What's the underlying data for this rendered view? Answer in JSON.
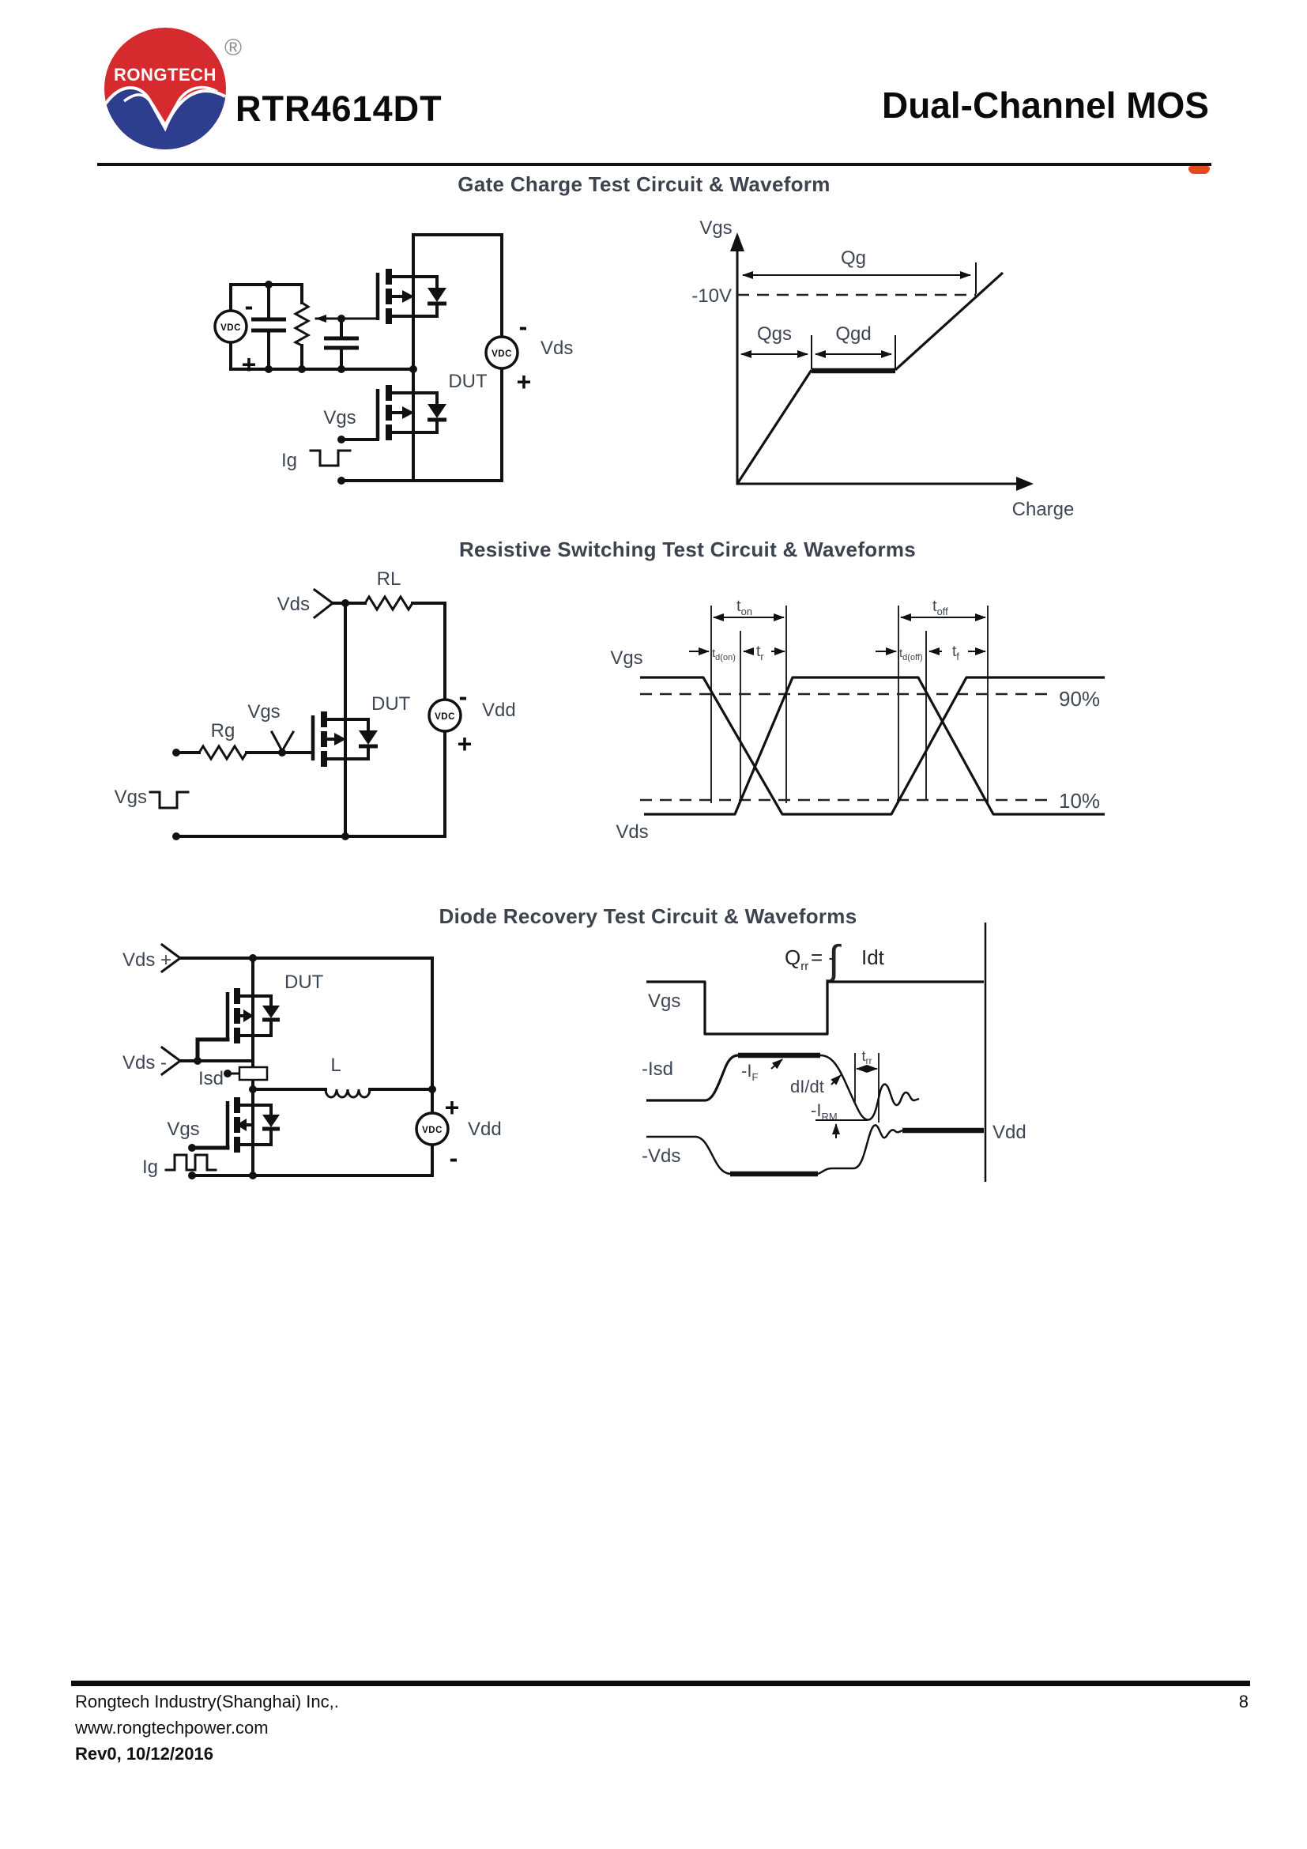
{
  "header": {
    "logo_text": "RONGTECH",
    "registered_mark": "®",
    "part_number": "RTR4614DT",
    "doc_title": "Dual-Channel MOS",
    "accent_color": "#e8481d",
    "logo_red": "#d52b2e",
    "logo_blue": "#2e3e8f"
  },
  "gate_charge": {
    "title": "Gate Charge Test Circuit & Waveform",
    "labels": {
      "vdc": "VDC",
      "minus": "-",
      "plus": "+",
      "vds": "Vds",
      "dut": "DUT",
      "vgs": "Vgs",
      "ig": "Ig"
    },
    "waveform": {
      "y_axis": "Vgs",
      "x_axis": "Charge",
      "level": "-10V",
      "qg": "Qg",
      "qgs": "Qgs",
      "qgd": "Qgd"
    }
  },
  "resistive_switching": {
    "title": "Resistive Switching Test Circuit & Waveforms",
    "labels": {
      "rl": "RL",
      "vds": "Vds",
      "vgs": "Vgs",
      "rg": "Rg",
      "dut": "DUT",
      "vdc": "VDC",
      "vdd": "Vdd",
      "minus": "-",
      "plus": "+"
    },
    "waveform": {
      "vgs": "Vgs",
      "vds": "Vds",
      "p90": "90%",
      "p10": "10%",
      "t": "t",
      "sub_on": "on",
      "sub_d_on": "d(on)",
      "sub_r": "r",
      "sub_off": "off",
      "sub_d_off": "d(off)",
      "sub_f": "f"
    }
  },
  "diode_recovery": {
    "title": "Diode Recovery Test Circuit & Waveforms",
    "labels": {
      "vds_plus": "Vds +",
      "vds_minus": "Vds -",
      "dut": "DUT",
      "isd": "Isd",
      "inductor": "L",
      "vgs": "Vgs",
      "ig": "Ig",
      "vdc": "VDC",
      "vdd": "Vdd",
      "plus": "+",
      "minus": "-"
    },
    "waveform": {
      "q": "Q",
      "sub_rr": "rr",
      "equals": "= -",
      "integral": "∫",
      "idt": "Idt",
      "vgs": "Vgs",
      "isd": "-Isd",
      "vds": "-Vds",
      "vdd": "Vdd",
      "neg_i": "-I",
      "sub_f": "F",
      "didt": "dI/dt",
      "t": "t",
      "sub_rm": "RM"
    }
  },
  "footer": {
    "company": "Rongtech Industry(Shanghai) Inc,.",
    "website": "www.rongtechpower.com",
    "revision": "Rev0, 10/12/2016",
    "page_number": "8"
  }
}
